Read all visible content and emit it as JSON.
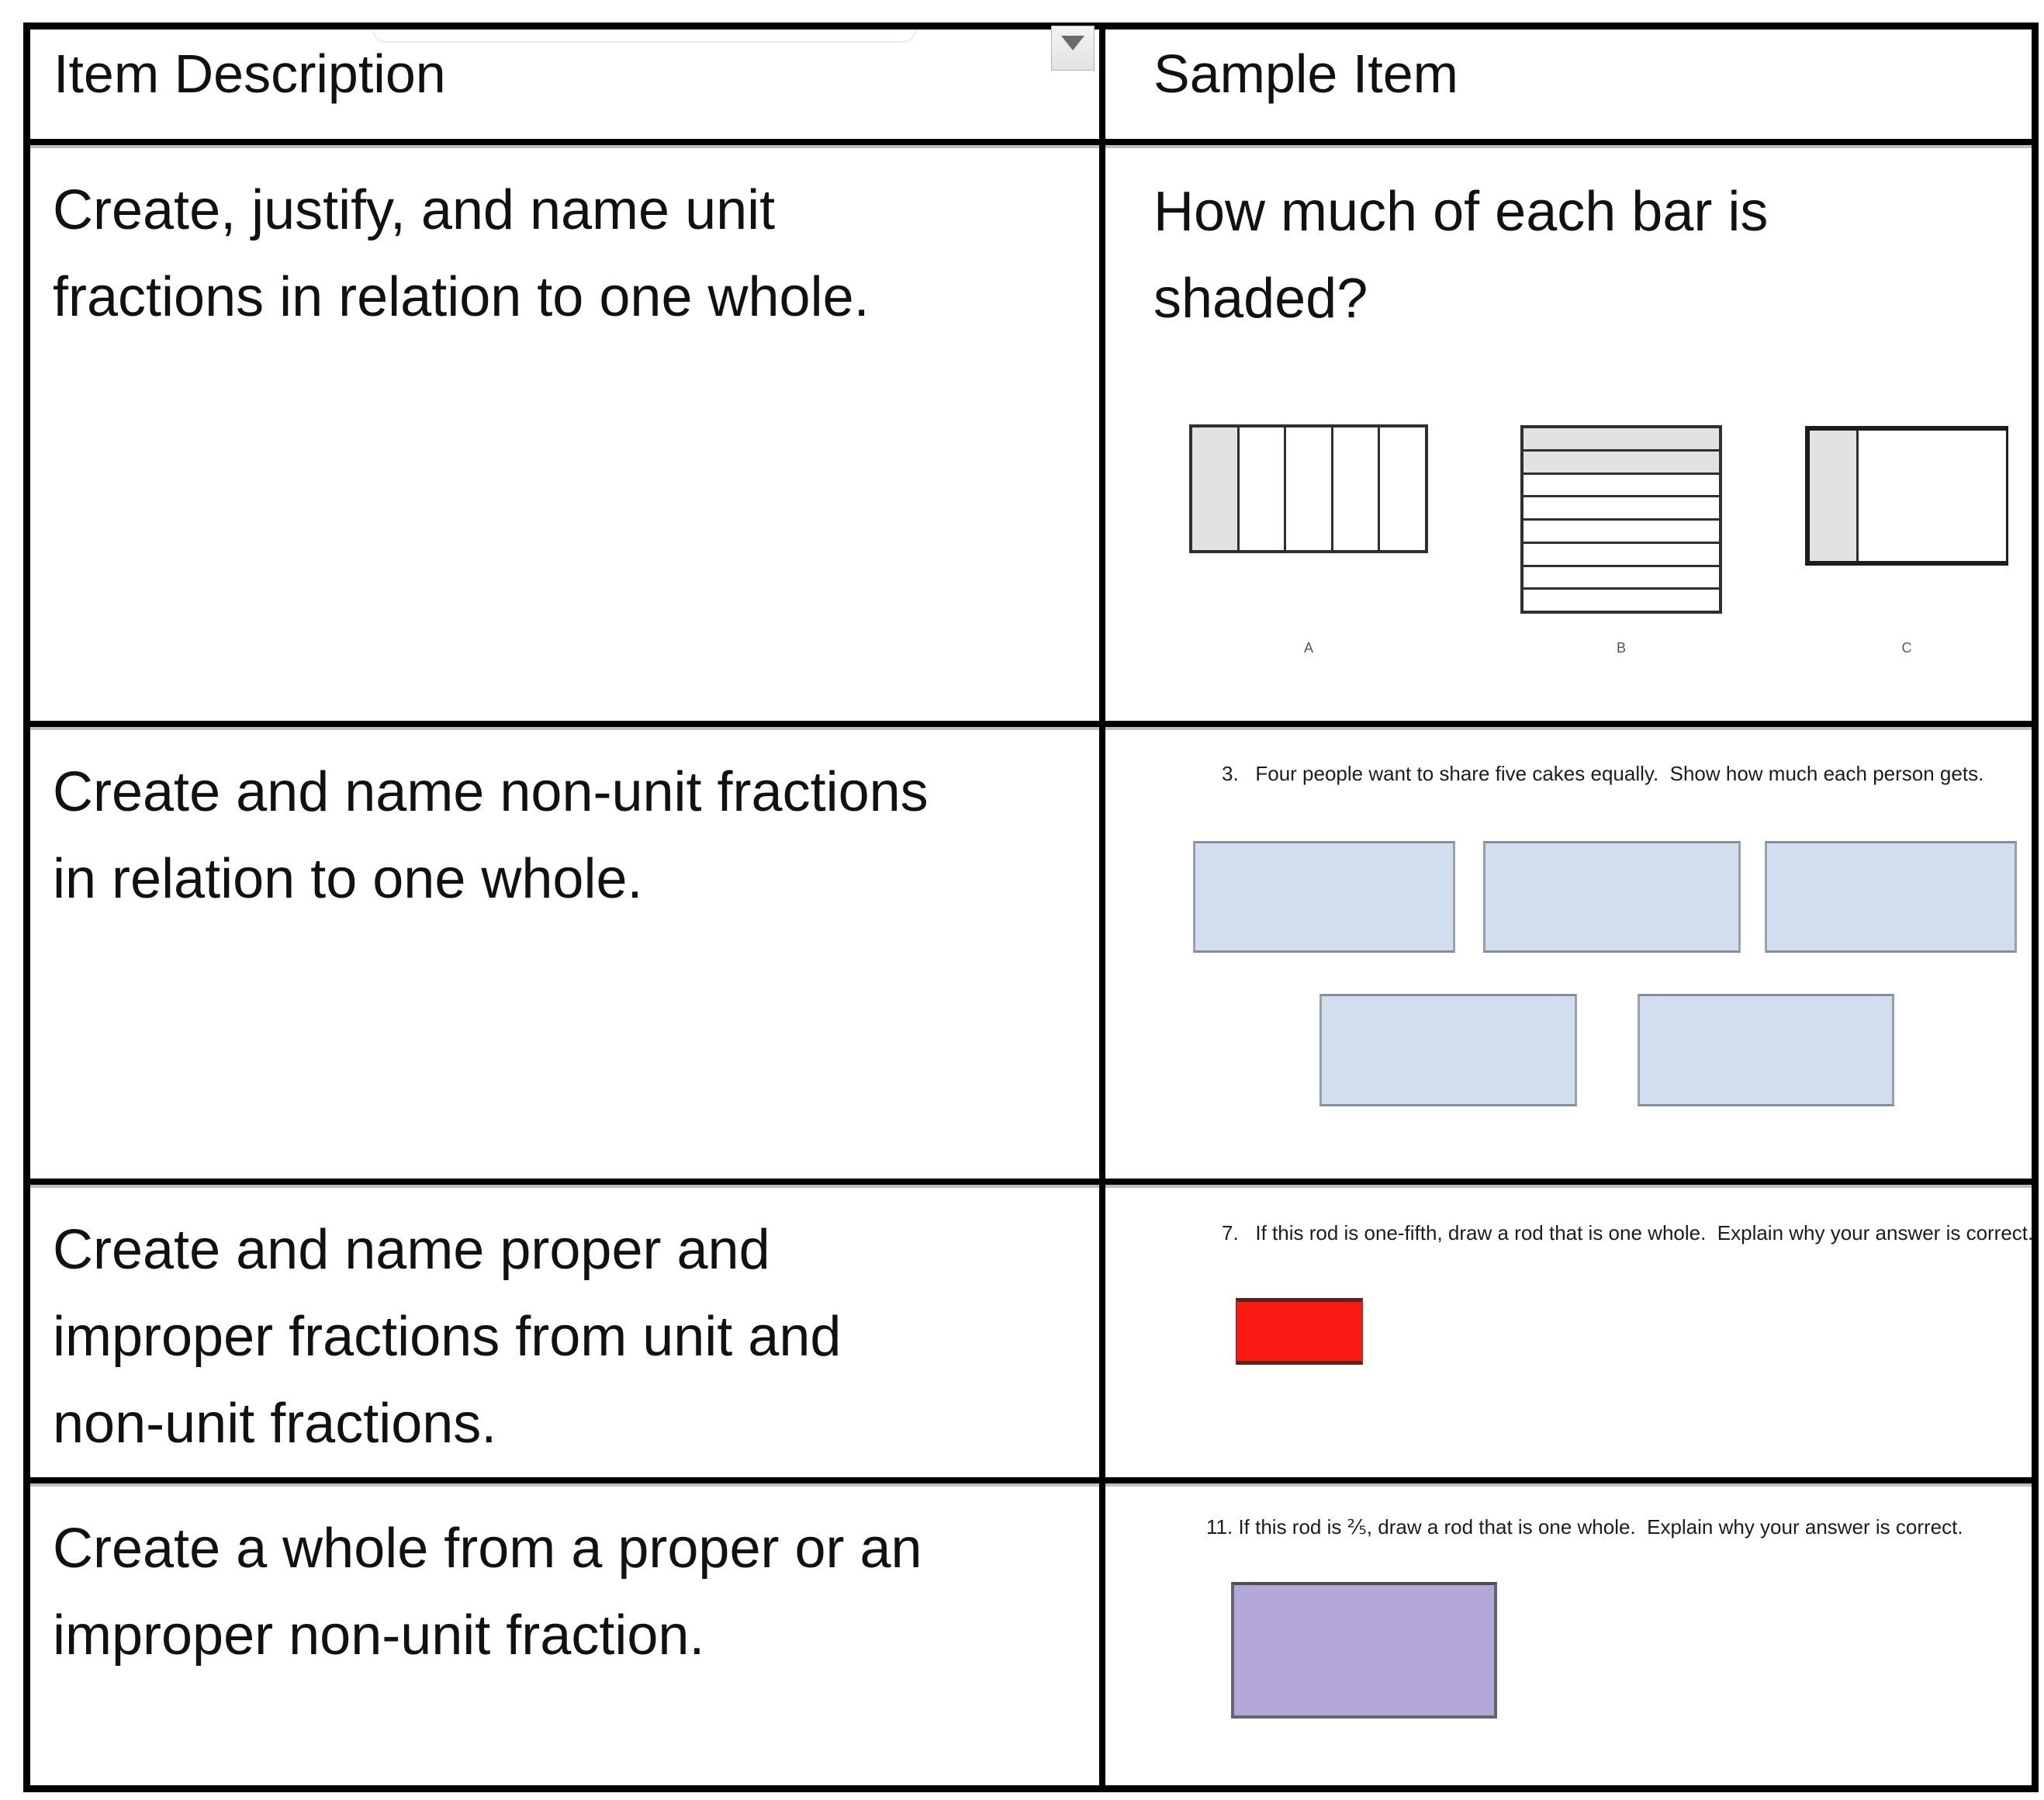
{
  "table": {
    "header": {
      "col1": "Item Description",
      "col2": "Sample Item"
    },
    "header_menu_icon": "dropdown-arrow",
    "rows": [
      {
        "description": "Create, justify, and name unit\nfractions in relation to one whole.",
        "sample": {
          "heading": "How much of each bar is\nshaded?",
          "bars": [
            {
              "label": "A",
              "orientation": "vertical",
              "segments": 5,
              "shaded": 1
            },
            {
              "label": "B",
              "orientation": "horizontal",
              "segments": 8,
              "shaded": 2
            },
            {
              "label": "C",
              "orientation": "vertical",
              "segments": 2,
              "shaded": 1,
              "widths": [
                24,
                76
              ]
            }
          ]
        }
      },
      {
        "description": "Create and name non-unit fractions\nin relation to one whole.",
        "sample": {
          "question": "3.   Four people want to share five cakes equally.  Show how much each person gets.",
          "cake_count": 5
        }
      },
      {
        "description": "Create and name proper and\nimproper fractions from unit and\nnon-unit fractions.",
        "sample": {
          "question": "7.   If this rod is one-fifth, draw a rod that is one whole.  Explain why your answer is correct.",
          "rod_color": "#fb1a14"
        }
      },
      {
        "description": "Create a whole from a proper or an\nimproper non-unit fraction.",
        "sample": {
          "question": "11. If this rod is ⅖, draw a rod that is one whole.  Explain why your answer is correct.",
          "rod_color": "#b2a7d7"
        }
      }
    ]
  },
  "colors": {
    "table_border": "#000000",
    "bar_shaded": "#e2e2e2",
    "cake_fill": "#d0def0",
    "cake_border": "#98a0aa",
    "rod_red": "#fb1a14",
    "rod_purple": "#b2a7d7"
  }
}
